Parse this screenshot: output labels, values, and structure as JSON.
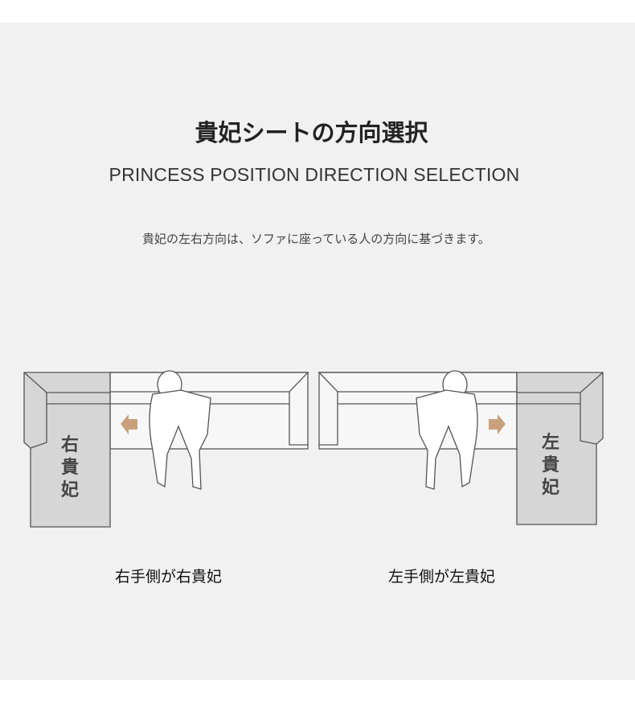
{
  "header": {
    "title": "貴妃シートの方向選択",
    "subtitle": "PRINCESS POSITION DIRECTION SELECTION",
    "note": "貴妃の左右方向は、ソファに座っている人の方向に基づきます。"
  },
  "diagrams": [
    {
      "chaise_label": [
        "右",
        "貴",
        "妃"
      ],
      "arrow": "arrow-left-icon",
      "caption": "右手側が右貴妃"
    },
    {
      "chaise_label": [
        "左",
        "貴",
        "妃"
      ],
      "arrow": "arrow-right-icon",
      "caption": "左手側が左貴妃"
    }
  ],
  "colors": {
    "background": "#f1f1f1",
    "chaise": "#d6d6d6",
    "arrow": "#c9a07c"
  }
}
